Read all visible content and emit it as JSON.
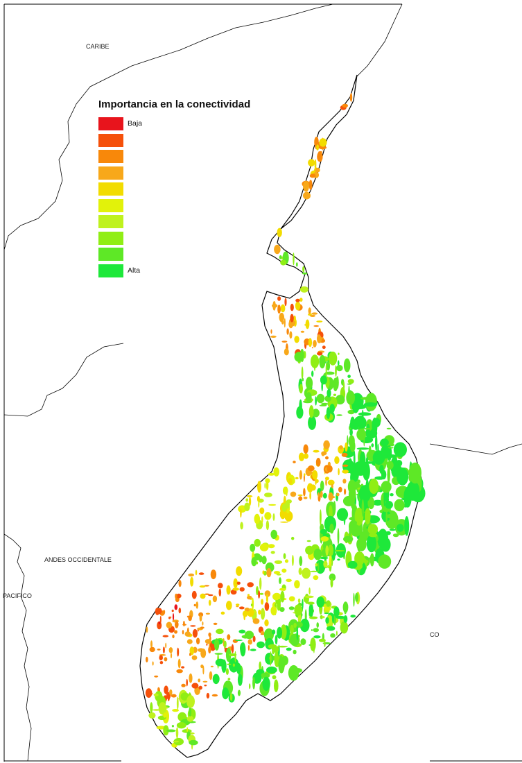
{
  "map": {
    "region_labels": {
      "caribe": "CARIBE",
      "andes_occidentales": "ANDES OCCIDENTALE",
      "pacifico": "PACIFICO",
      "orinoco": "CO"
    },
    "colors": {
      "border": "#000000",
      "background": "#ffffff"
    }
  },
  "legend": {
    "title": "Importancia en la conectividad",
    "low_label": "Baja",
    "high_label": "Alta",
    "classes": [
      {
        "color": "#e8141c",
        "label": "Baja"
      },
      {
        "color": "#f5500a",
        "label": ""
      },
      {
        "color": "#f8880a",
        "label": ""
      },
      {
        "color": "#f8a81a",
        "label": ""
      },
      {
        "color": "#f2dc00",
        "label": ""
      },
      {
        "color": "#e2f20a",
        "label": ""
      },
      {
        "color": "#bff21e",
        "label": ""
      },
      {
        "color": "#90ee14",
        "label": ""
      },
      {
        "color": "#5ee826",
        "label": ""
      },
      {
        "color": "#1ee83a",
        "label": "Alta"
      }
    ]
  }
}
